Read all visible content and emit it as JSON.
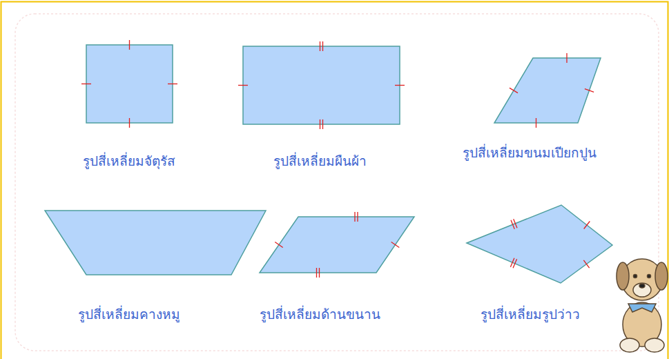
{
  "diagram": {
    "labels": [
      "รูปสี่เหลี่ยมจัตุรัส",
      "รูปสี่เหลี่ยมผืนผ้า",
      "รูปสี่เหลี่ยมขนมเปียกปูน",
      "รูปสี่เหลี่ยมคางหมู",
      "รูปสี่เหลี่ยมด้านขนาน",
      "รูปสี่เหลี่ยมรูปว่าว"
    ]
  }
}
